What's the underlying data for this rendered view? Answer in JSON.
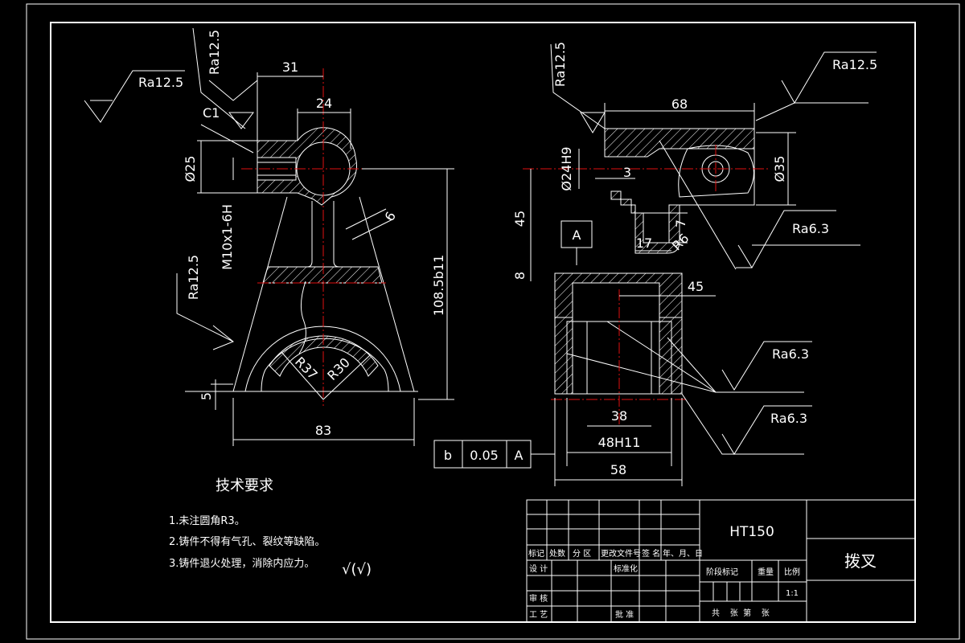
{
  "dims_left": {
    "d31": "31",
    "d24": "24",
    "c1": "C1",
    "d25": "Ø25",
    "m10": "M10x1-6H",
    "d6": "6",
    "r37": "R37",
    "r30": "R30",
    "d5": "5",
    "d83": "83",
    "d108": "108.5b11"
  },
  "roughness_left": {
    "top": "Ra12.5",
    "top_vertical": "Ra12.5",
    "side": "Ra12.5"
  },
  "dims_right": {
    "d68": "68",
    "d24h9": "Ø24H9",
    "d3": "3",
    "d35": "Ø35",
    "d45v": "45",
    "d7": "7",
    "d17": "17",
    "r6": "R6",
    "d8": "8",
    "d45h": "45",
    "d38": "38",
    "d48h11": "48H11",
    "d58": "58",
    "datum": "A"
  },
  "roughness_right": {
    "top_left": "Ra12.5",
    "top_right": "Ra12.5",
    "mid": "Ra6.3",
    "low1": "Ra6.3",
    "low2": "Ra6.3"
  },
  "tolerance_frame": {
    "symbol": "b",
    "value": "0.05",
    "datum": "A"
  },
  "tech_requirements": {
    "heading": "技术要求",
    "items": [
      "1.未注圆角R3。",
      "2.铸件不得有气孔、裂纹等缺陷。",
      "3.铸件退火处理，消除内应力。"
    ],
    "symbol": "√(√)"
  },
  "title_block": {
    "material": "HT150",
    "part_name": "拨叉",
    "row_labels": [
      "标记",
      "处数",
      "分 区",
      "更改文件号",
      "签 名",
      "年、月、日"
    ],
    "design": "设 计",
    "standardize": "标准化",
    "stage_mark": "阶段标记",
    "weight": "重量",
    "scale_label": "比例",
    "scale": "1:1",
    "review": "审 核",
    "process": "工 艺",
    "approve": "批 准",
    "sheets": "共    张  第    张"
  }
}
